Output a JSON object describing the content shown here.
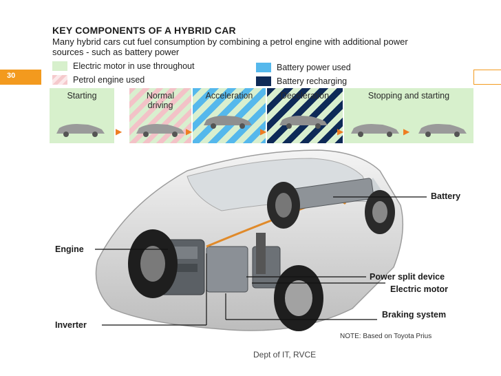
{
  "slide": {
    "number": "30",
    "footer": "Dept of IT, RVCE"
  },
  "header": {
    "title": "KEY COMPONENTS OF A HYBRID CAR",
    "subtitle": "Many hybrid cars cut fuel consumption by combining a petrol engine with additional power sources - such as battery power"
  },
  "legend": [
    {
      "label": "Electric motor in use throughout",
      "color": "#d7f0cc"
    },
    {
      "label": "Battery power used",
      "color": "#55b8ec"
    },
    {
      "label": "Petrol engine used",
      "color": "#f5c9cc"
    },
    {
      "label": "Battery recharging",
      "color": "#0e2a57"
    }
  ],
  "stages": [
    {
      "label": "Starting"
    },
    {
      "label": "Normal driving"
    },
    {
      "label": "Acceleration"
    },
    {
      "label": "Deceleration"
    },
    {
      "label": "Stopping and starting"
    }
  ],
  "components": {
    "battery": "Battery",
    "engine": "Engine",
    "power_split": "Power split device",
    "electric_motor": "Electric motor",
    "braking": "Braking system",
    "inverter": "Inverter"
  },
  "note": "NOTE: Based on Toyota Prius",
  "colors": {
    "accent": "#f39a1e",
    "arrow": "#ee7d22"
  }
}
